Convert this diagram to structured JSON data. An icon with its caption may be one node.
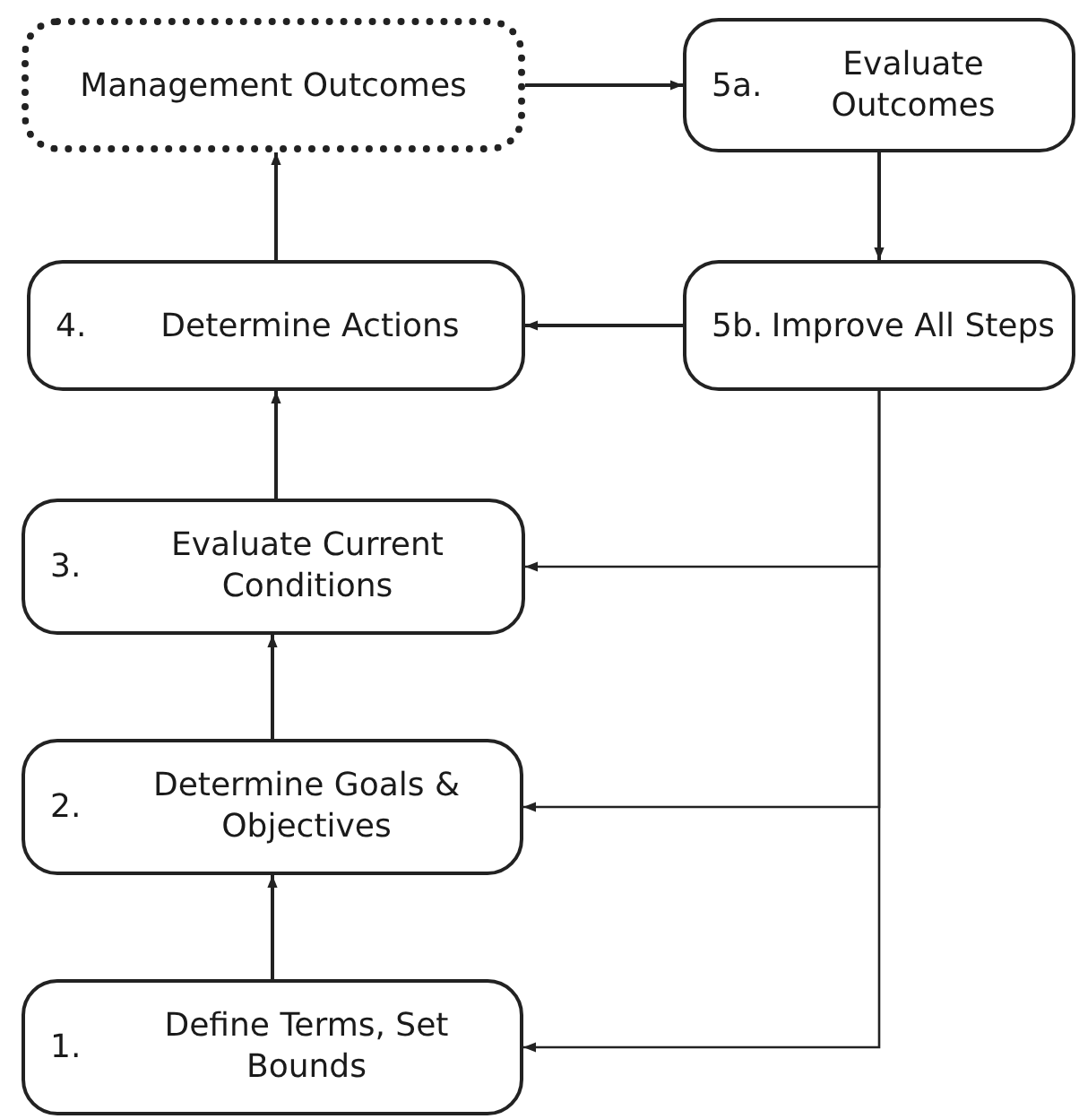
{
  "diagram": {
    "nodes": [
      {
        "text": [
          "Management Outcomes"
        ]
      },
      {
        "text": [
          "5a.",
          "Evaluate Outcomes"
        ]
      },
      {
        "text": [
          "4.",
          "Determine Actions"
        ]
      },
      {
        "text": [
          "5b.",
          "Improve All Steps"
        ]
      },
      {
        "text": [
          "3.",
          "Evaluate Current Conditions"
        ]
      },
      {
        "text": [
          "2.",
          "Determine Goals & Objectives"
        ]
      },
      {
        "text": [
          "1.",
          "Define Terms, Set Bounds"
        ]
      }
    ],
    "edges": [
      {
        "from": 0,
        "to": 1,
        "arrow": "to"
      },
      {
        "from": 1,
        "to": 3,
        "arrow": "to"
      },
      {
        "from": 3,
        "to": 2,
        "arrow": "to"
      },
      {
        "from": 2,
        "to": 0,
        "arrow": "to"
      },
      {
        "from": 4,
        "to": 2,
        "arrow": "to"
      },
      {
        "from": 5,
        "to": 4,
        "arrow": "to"
      },
      {
        "from": 6,
        "to": 5,
        "arrow": "to"
      },
      {
        "from": 3,
        "to": 4,
        "arrow": "to"
      },
      {
        "from": 3,
        "to": 5,
        "arrow": "to"
      },
      {
        "from": 3,
        "to": 6,
        "arrow": "to"
      }
    ]
  }
}
